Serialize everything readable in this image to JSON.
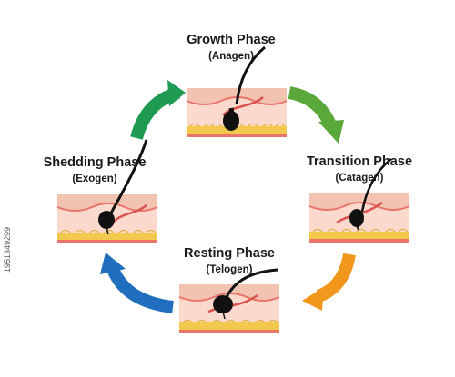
{
  "phases": {
    "growth": {
      "title": "Growth Phase",
      "subtitle": "(Anagen)"
    },
    "transition": {
      "title": "Transition Phase",
      "subtitle": "(Catagen)"
    },
    "resting": {
      "title": "Resting Phase",
      "subtitle": "(Telogen)"
    },
    "shedding": {
      "title": "Shedding Phase",
      "subtitle": "(Exogen)"
    }
  },
  "arrows": [
    {
      "from": "shedding",
      "to": "growth",
      "color": "#1e9a52"
    },
    {
      "from": "growth",
      "to": "transition",
      "color": "#5aa83a"
    },
    {
      "from": "transition",
      "to": "resting",
      "color": "#f0971c"
    },
    {
      "from": "resting",
      "to": "shedding",
      "color": "#1f6fbe"
    }
  ],
  "colors": {
    "skin_top": "#f2c3b1",
    "dermis": "#fbd9cc",
    "epidermis": "#e8746a",
    "fat": "#f2c94c",
    "hair": "#111111",
    "vessel": "#d9534f"
  },
  "watermark": "1951349299"
}
